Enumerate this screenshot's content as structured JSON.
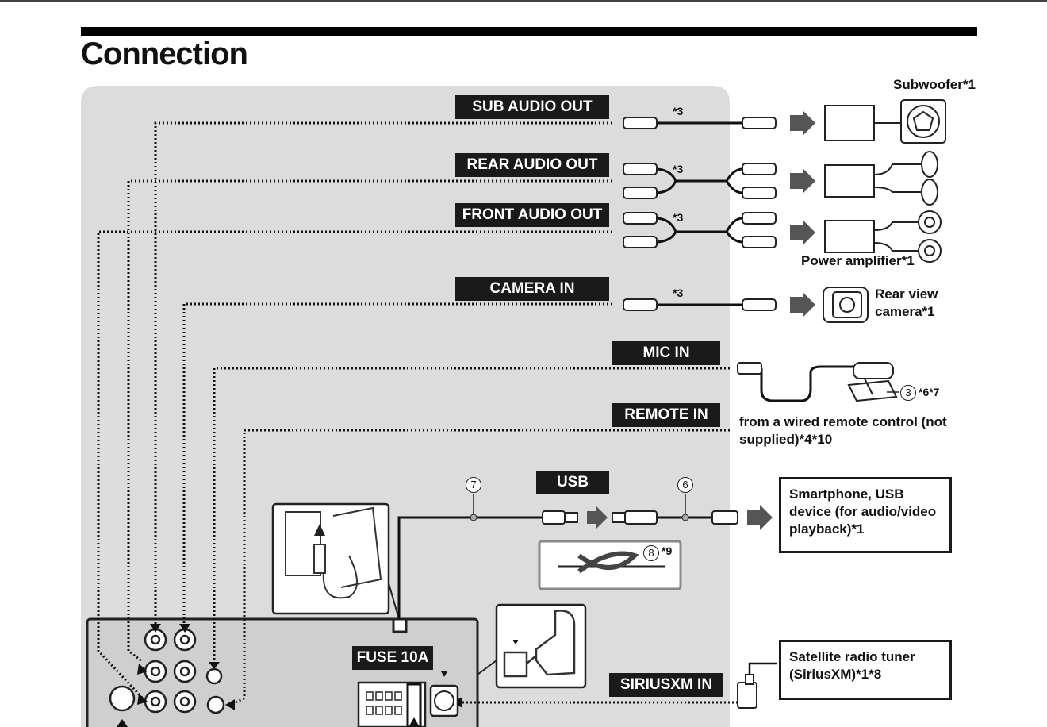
{
  "page": {
    "title": "Connection"
  },
  "inputs_outputs": {
    "sub_audio_out": "SUB AUDIO OUT",
    "rear_audio_out": "REAR AUDIO OUT",
    "front_audio_out": "FRONT AUDIO OUT",
    "camera_in": "CAMERA IN",
    "mic_in": "MIC IN",
    "remote_in": "REMOTE IN",
    "usb": "USB",
    "fuse": "FUSE 10A",
    "siriusxm_in": "SIRIUSXM IN"
  },
  "devices": {
    "subwoofer": "Subwoofer*1",
    "power_amplifier": "Power amplifier*1",
    "rear_view_camera": "Rear view camera*1",
    "wired_remote": "from a wired remote control (not supplied)*4*10",
    "smartphone_usb": "Smartphone, USB device (for audio/video playback)*1",
    "satellite_tuner": "Satellite radio tuner (SiriusXM)*1*8"
  },
  "notes": {
    "n3_sub": "*3",
    "n3_rear": "*3",
    "n3_front": "*3",
    "n3_camera": "*3",
    "mic_item": "3",
    "mic_note": "*6*7",
    "item7": "7",
    "item6": "6",
    "item8": "8",
    "item8_note": "*9"
  },
  "colors": {
    "panel": "#dcdcdc",
    "tag_bg": "#1a1a1a",
    "arrow": "#555555"
  }
}
